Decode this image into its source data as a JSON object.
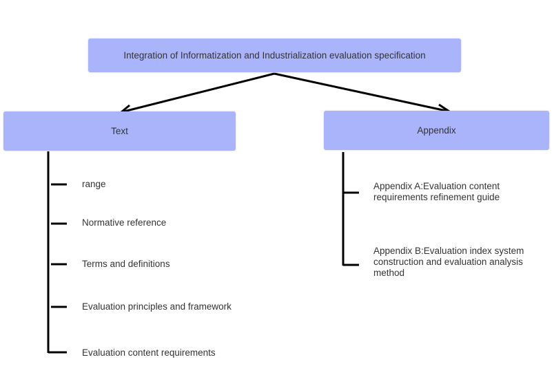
{
  "root": {
    "label": "Integration of Informatization and Industrialization evaluation specification"
  },
  "text_branch": {
    "label": "Text",
    "items": [
      "range",
      "Normative reference",
      "Terms and definitions",
      "Evaluation principles and framework",
      "Evaluation content requirements"
    ]
  },
  "appendix_branch": {
    "label": "Appendix",
    "items": [
      "Appendix A:Evaluation content requirements refinement guide",
      "Appendix B:Evaluation index system construction and evaluation analysis method"
    ]
  },
  "colors": {
    "box_fill": "#aab4fb",
    "line": "#000000",
    "text": "#333333"
  }
}
